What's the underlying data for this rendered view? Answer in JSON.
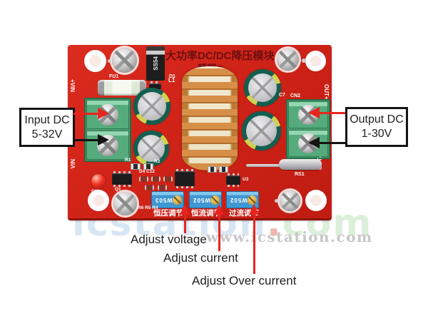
{
  "annotations": {
    "input": {
      "line1": "Input DC",
      "line2": "5-32V"
    },
    "output": {
      "line1": "Output DC",
      "line2": "1-30V"
    },
    "adjust_voltage": "Adjust voltage",
    "adjust_current": "Adjust current",
    "adjust_over_current": "Adjust Over current"
  },
  "board": {
    "title_cn": "大功率DC/DC降压模块",
    "brand_cn": "晒邦®",
    "silkscreen": {
      "fu1": "FU1",
      "d1": "D1",
      "ss54": "SS54",
      "l1": "L1",
      "cn2": "CN2",
      "c7": "C7",
      "rs1": "RS1",
      "u3": "U3",
      "q1": "Q1",
      "c11": "C11",
      "r1": "R1",
      "r2": "R2",
      "r456": "R6 R5 R4",
      "d4c12": "D4 C12",
      "vin_plus": "+VIN",
      "vin": "VIN",
      "out_plus": "OUT+",
      "out_minus": "OUT-",
      "cv_cn": "恒压调节",
      "cc_cn": "恒流调节",
      "oc_cn": "过流调节"
    },
    "trimpot_markings": [
      "W503",
      "W502",
      "W502"
    ]
  },
  "watermarks": {
    "logo_text": "icstation",
    "logo_dot": ".",
    "logo_tld": "com",
    "url": "www.icstation.com"
  },
  "colors": {
    "pcb_red": "#d02318",
    "annotation_red": "#e8241e",
    "annotation_black": "#141414",
    "terminal_green": "#55ab7c",
    "capacitor_teal": "#125f50",
    "trimpot_blue": "#3f97d3",
    "copper": "#d78f47"
  }
}
